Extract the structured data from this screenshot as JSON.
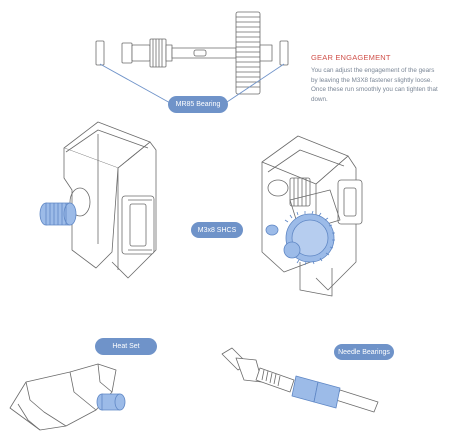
{
  "colors": {
    "line": "#6b6b6b",
    "accent_blue": "#9cbbe8",
    "accent_blue_dark": "#5f87c5",
    "label_pill": "#6f93c9",
    "heading_red": "#d0504a",
    "body_text": "#7a8696"
  },
  "labels": {
    "bearing": "MR85 Bearing",
    "shcs": "M3x8 SHCS",
    "heat_set": "Heat Set",
    "needle_bearings": "Needle Bearings"
  },
  "note": {
    "title": "GEAR ENGAGEMENT",
    "body": "You can adjust the engagement of the gears by leaving the M3X8 fastener slightly loose. Once these run smoothly you can tighten that down."
  }
}
